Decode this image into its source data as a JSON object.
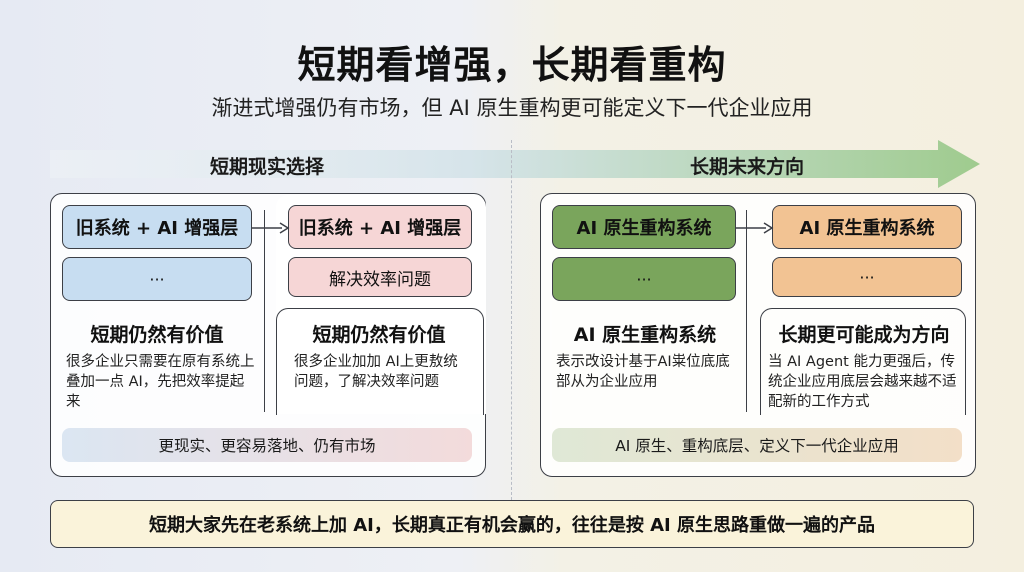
{
  "title": "短期看增强，长期看重构",
  "subtitle": "渐进式增强仍有市场，但 AI 原生重构更可能定义下一代企业应用",
  "short_term": {
    "label": "短期现实选择",
    "card1": {
      "pill_top": "旧系统 + AI 增强层",
      "pill_bottom": "···",
      "heading": "短期仍然有价值",
      "body": "很多企业只需要在原有系统上叠加一点 AI，先把效率提起来"
    },
    "card2": {
      "pill_top": "旧系统 + AI 增强层",
      "pill_bottom": "解决效率问题",
      "heading": "短期仍然有价值",
      "body": "很多企业加加 AI上更敖统问题，了解决效率问题"
    },
    "summary": "更现实、更容易落地、仍有市场"
  },
  "long_term": {
    "label": "长期未来方向",
    "card1": {
      "pill_top": "AI 原生重构系统",
      "pill_bottom": "···",
      "heading": "AI 原生重构系统",
      "body": "表示改设计基于AI粜位底底部从为企业应用"
    },
    "card2": {
      "pill_top": "AI 原生重构系统",
      "pill_bottom": "···",
      "heading": "长期更可能成为方向",
      "body": "当 AI Agent 能力更强后，传统企业应用底层会越来越不适配新的工作方式"
    },
    "summary": "AI 原生、重构底层、定义下一代企业应用"
  },
  "bottom_banner": "短期大家先在老系统上加 AI，长期真正有机会赢的，往往是按 AI 原生思路重做一遍的产品",
  "colors": {
    "blue": "#c7ddf1",
    "red": "#f6d6d6",
    "green": "#7aa55c",
    "orange": "#f2c393",
    "arrow_green": "#a8cf98",
    "banner": "#faf3da"
  }
}
